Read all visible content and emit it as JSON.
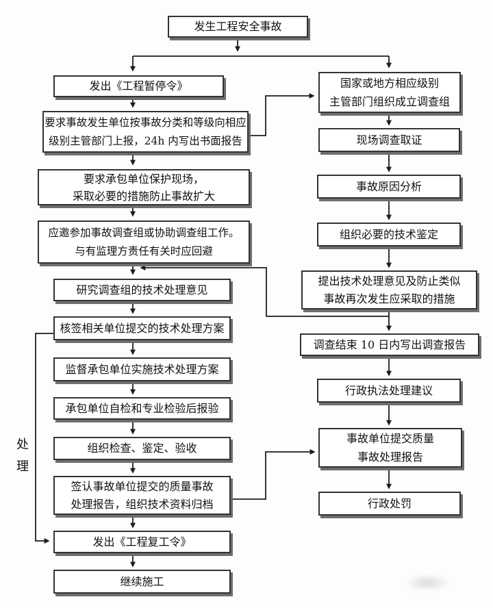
{
  "diagram": {
    "colors": {
      "background": "#fdfdfd",
      "box_fill": "#ffffff",
      "box_border": "#333333",
      "shadow": "#6e6e6e",
      "line": "#1c1c1c",
      "text": "#111111"
    },
    "side_label": "处\n理",
    "nodes": [
      {
        "id": "start",
        "text": "发生工程安全事故"
      },
      {
        "id": "l1",
        "text": "发出《工程暂停令》"
      },
      {
        "id": "l2",
        "text": "要求事故发生单位按事故分类和等级向相应\n级别主管部门上报，24h 内写出书面报告"
      },
      {
        "id": "l3",
        "text": "要求承包单位保护现场，\n采取必要的措施防止事故扩大"
      },
      {
        "id": "l4",
        "text": "应邀参加事故调查组或协助调查组工作。\n与有监理方责任有关时应回避"
      },
      {
        "id": "l5",
        "text": "研究调查组的技术处理意见"
      },
      {
        "id": "l6",
        "text": "核签相关单位提交的技术处理方案"
      },
      {
        "id": "l7",
        "text": "监督承包单位实施技术处理方案"
      },
      {
        "id": "l8",
        "text": "承包单位自检和专业检验后报验"
      },
      {
        "id": "l9",
        "text": "组织检查、鉴定、验收"
      },
      {
        "id": "l10",
        "text": "签认事故单位提交的质量事故\n处理报告，组织技术资料归档"
      },
      {
        "id": "l11",
        "text": "发出《工程复工令》"
      },
      {
        "id": "l12",
        "text": "继续施工"
      },
      {
        "id": "r1",
        "text": "国家或地方相应级别\n主管部门组织成立调查组"
      },
      {
        "id": "r2",
        "text": "现场调查取证"
      },
      {
        "id": "r3",
        "text": "事故原因分析"
      },
      {
        "id": "r4",
        "text": "组织必要的技术鉴定"
      },
      {
        "id": "r5",
        "text": "提出技术处理意见及防止类似\n事故再次发生应采取的措施"
      },
      {
        "id": "r6",
        "text": "调查结束 10 日内写出调查报告"
      },
      {
        "id": "r7",
        "text": "行政执法处理建议"
      },
      {
        "id": "r8",
        "text": "事故单位提交质量\n事故处理报告"
      },
      {
        "id": "r9",
        "text": "行政处罚"
      }
    ]
  }
}
